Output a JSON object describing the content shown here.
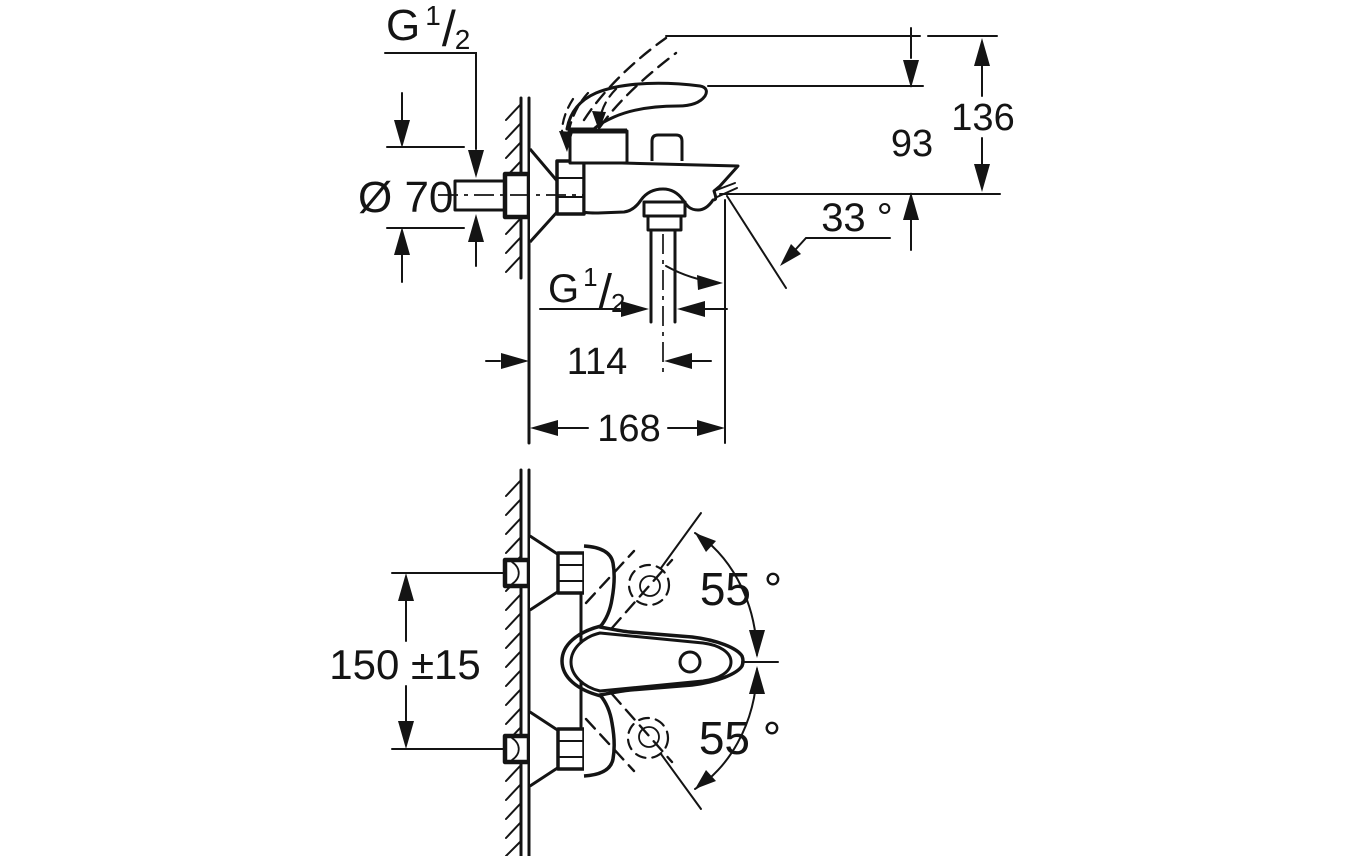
{
  "colors": {
    "ink": "#141414",
    "paper": "#ffffff"
  },
  "side_view": {
    "wall_thread": {
      "base": "G",
      "sup": "1",
      "slash": "/",
      "sub": "2"
    },
    "shower_thread": {
      "base": "G",
      "sup": "1",
      "slash": "/",
      "sub": "2"
    },
    "escutcheon_diameter": "Ø 70",
    "height_to_raised_handle": "136",
    "height_to_handle": "93",
    "spout_angle": "33 °",
    "wall_to_shower_outlet": "114",
    "wall_to_spout_tip": "168"
  },
  "plan_view": {
    "hole_distance": "150 ±15",
    "swivel_upper": "55 °",
    "swivel_lower": "55 °"
  }
}
